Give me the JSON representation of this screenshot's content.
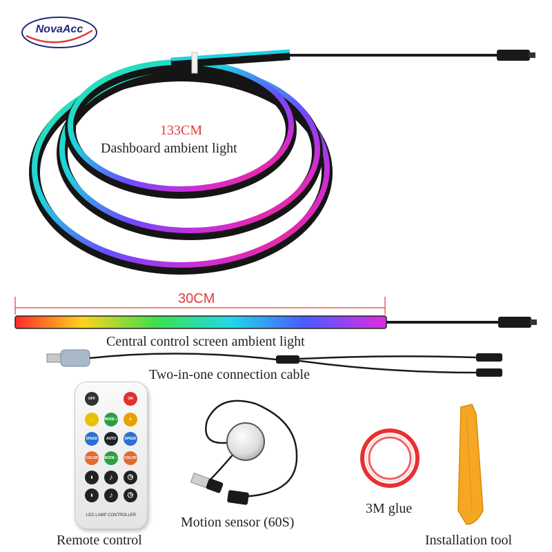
{
  "brand": {
    "logo_text": "NovaAcc"
  },
  "dashboard": {
    "length": "133CM",
    "name": "Dashboard ambient light"
  },
  "central": {
    "length": "30CM",
    "name": "Central control screen ambient light"
  },
  "cable": {
    "name": "Two-in-one connection cable"
  },
  "remote": {
    "name": "Remote control",
    "caption": "LED LAMP CONTROLLER",
    "buttons": [
      "OFF",
      "ON",
      "MODE +",
      "SPEED +",
      "AUTO",
      "SPEED −",
      "COLOR +",
      "MODE −",
      "COLOR −"
    ]
  },
  "sensor": {
    "name": "Motion sensor (60S)"
  },
  "glue": {
    "name": "3M glue"
  },
  "tool": {
    "name": "Installation tool"
  },
  "colors": {
    "label_red": "#e03a3a",
    "logo_blue": "#1e2a7a",
    "tool_orange": "#f5a623"
  }
}
